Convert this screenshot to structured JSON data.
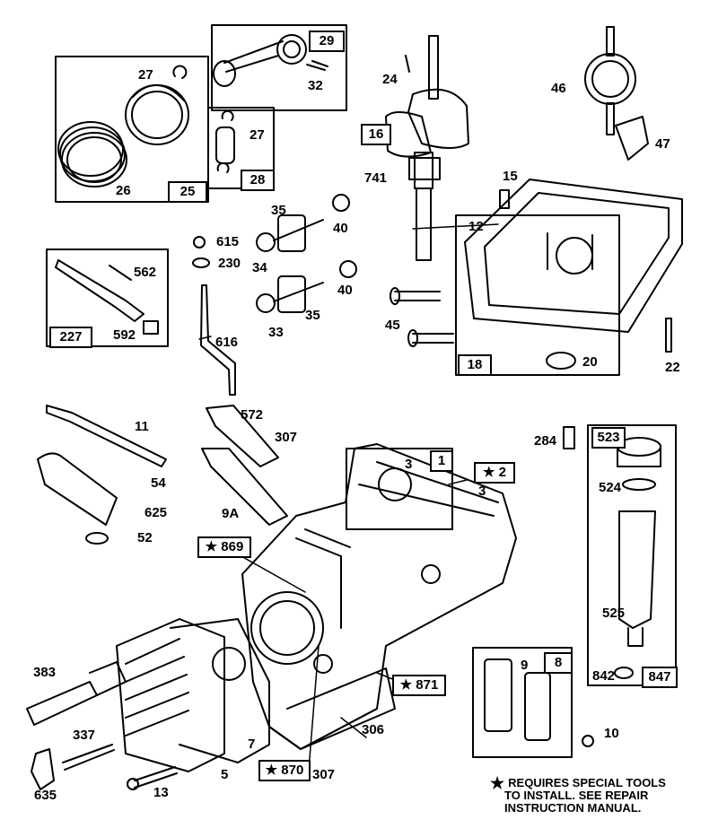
{
  "diagram": {
    "callouts": {
      "c24": "24",
      "c46": "46",
      "c47": "47",
      "c15": "15",
      "c12": "12",
      "c741": "741",
      "c27a": "27",
      "c27b": "27",
      "c26": "26",
      "c32": "32",
      "c35a": "35",
      "c35b": "35",
      "c40a": "40",
      "c40b": "40",
      "c615": "615",
      "c230": "230",
      "c34": "34",
      "c33": "33",
      "c562": "562",
      "c592": "592",
      "c616": "616",
      "c45": "45",
      "c20": "20",
      "c22": "22",
      "c11": "11",
      "c572": "572",
      "c307a": "307",
      "c54": "54",
      "c625": "625",
      "c52": "52",
      "c9A": "9A",
      "c3a": "3",
      "c3b": "3",
      "c284": "284",
      "c524": "524",
      "c525": "525",
      "c842": "842",
      "c383": "383",
      "c337": "337",
      "c635": "635",
      "c13": "13",
      "c5": "5",
      "c7": "7",
      "c306": "306",
      "c307b": "307",
      "c9": "9",
      "c10": "10"
    },
    "boxes": {
      "b29": "29",
      "b25": "25",
      "b28": "28",
      "b16": "16",
      "b227": "227",
      "b18": "18",
      "b1": "1",
      "b2": "★ 2",
      "b523": "523",
      "b847": "847",
      "b869": "★ 869",
      "b871": "★ 871",
      "b870": "★ 870",
      "b8": "8"
    },
    "note": {
      "line1": "REQUIRES SPECIAL TOOLS",
      "line2": "TO INSTALL.  SEE REPAIR",
      "line3": "INSTRUCTION MANUAL.",
      "star": "★"
    }
  }
}
